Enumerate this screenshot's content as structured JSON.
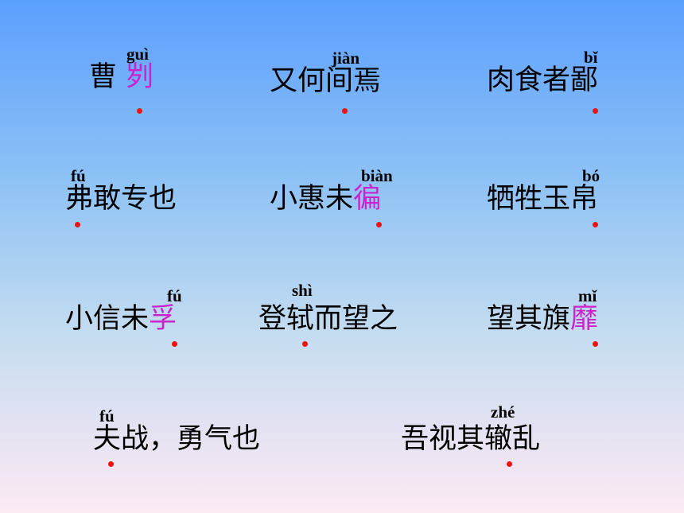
{
  "phrases": [
    {
      "pinyin": "guì",
      "before": "曹 ",
      "highlight": "刿",
      "after": ""
    },
    {
      "pinyin": "jiàn",
      "before": "又何",
      "highlight": "",
      "after": "间焉"
    },
    {
      "pinyin": "bǐ",
      "before": "肉食者",
      "highlight": "",
      "after": "鄙"
    },
    {
      "pinyin": "fú",
      "before": "",
      "highlight": "",
      "after": "弗敢专也"
    },
    {
      "pinyin": "biàn",
      "before": "小惠未",
      "highlight": "徧",
      "after": ""
    },
    {
      "pinyin": "bó",
      "before": "牺牲玉",
      "highlight": "",
      "after": "帛"
    },
    {
      "pinyin": "fú",
      "before": "小信未",
      "highlight": "孚",
      "after": ""
    },
    {
      "pinyin": "shì",
      "before": "登",
      "highlight": "",
      "after": "轼而望之"
    },
    {
      "pinyin": "mǐ",
      "before": "望其旗",
      "highlight": "靡",
      "after": ""
    },
    {
      "pinyin": "fú",
      "before": "",
      "highlight": "",
      "after": "夫战，勇气也"
    },
    {
      "pinyin": "zhé",
      "before": "吾视其",
      "highlight": "",
      "after": "辙乱"
    }
  ],
  "colors": {
    "highlight": "#cc22cc",
    "dot": "#ee1111"
  }
}
